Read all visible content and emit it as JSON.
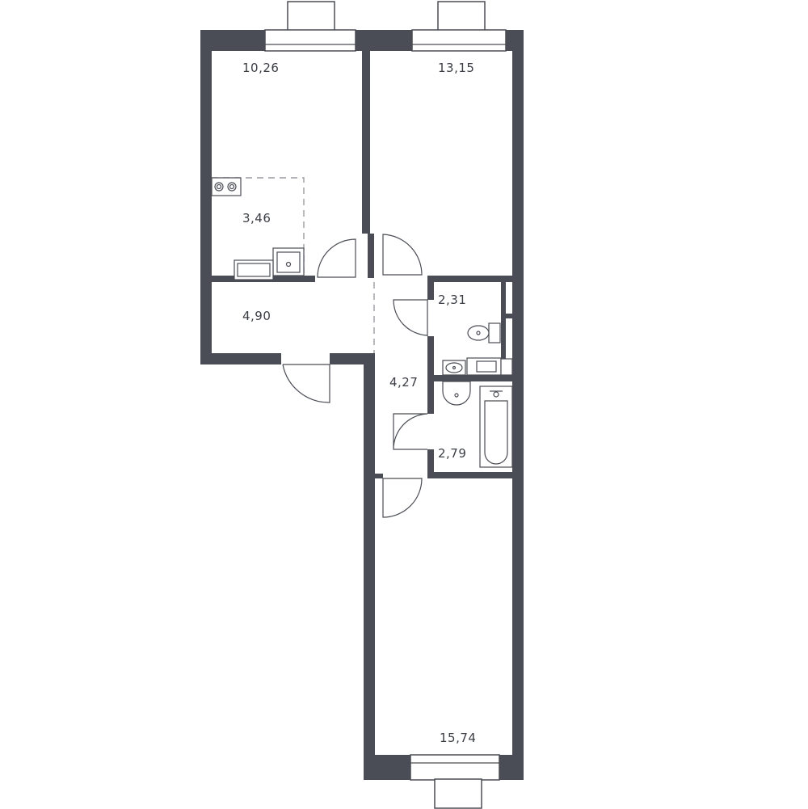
{
  "rooms": [
    {
      "id": "bedroom-top-left",
      "area": "10,26"
    },
    {
      "id": "bedroom-top-right",
      "area": "13,15"
    },
    {
      "id": "kitchen",
      "area": "3,46"
    },
    {
      "id": "hall-entry",
      "area": "4,90"
    },
    {
      "id": "toilet",
      "area": "2,31"
    },
    {
      "id": "corridor",
      "area": "4,27"
    },
    {
      "id": "bathroom",
      "area": "2,79"
    },
    {
      "id": "living-room",
      "area": "15,74"
    }
  ],
  "colors": {
    "wall": "#4a4d55",
    "text": "#3b3e45",
    "dash": "#9a9ca2"
  },
  "icons": [
    "window-icon",
    "door-swing-icon",
    "toilet-icon",
    "sink-icon",
    "bathtub-icon",
    "stove-icon",
    "kitchen-sink-icon"
  ]
}
